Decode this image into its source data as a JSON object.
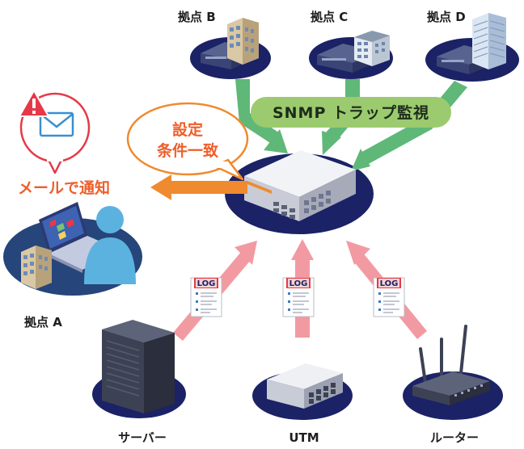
{
  "sites": {
    "a": "拠点 A",
    "b": "拠点 B",
    "c": "拠点 C",
    "d": "拠点 D"
  },
  "snmp_label": "SNMP トラップ監視",
  "condition_bubble": {
    "line1": "設定",
    "line2": "条件一致"
  },
  "mail_label": "メールで通知",
  "log_tag": "LOG",
  "devices": {
    "server": "サーバー",
    "utm": "UTM",
    "router": "ルーター"
  },
  "colors": {
    "navy": "#1b2266",
    "snmp_green": "#9bcb6e",
    "green_arrow": "#5fb878",
    "log_arrow": "#f29aa2",
    "mail_orange": "#ef8a2e",
    "mail_text": "#ef5e2a",
    "alert_red": "#e5394a"
  }
}
